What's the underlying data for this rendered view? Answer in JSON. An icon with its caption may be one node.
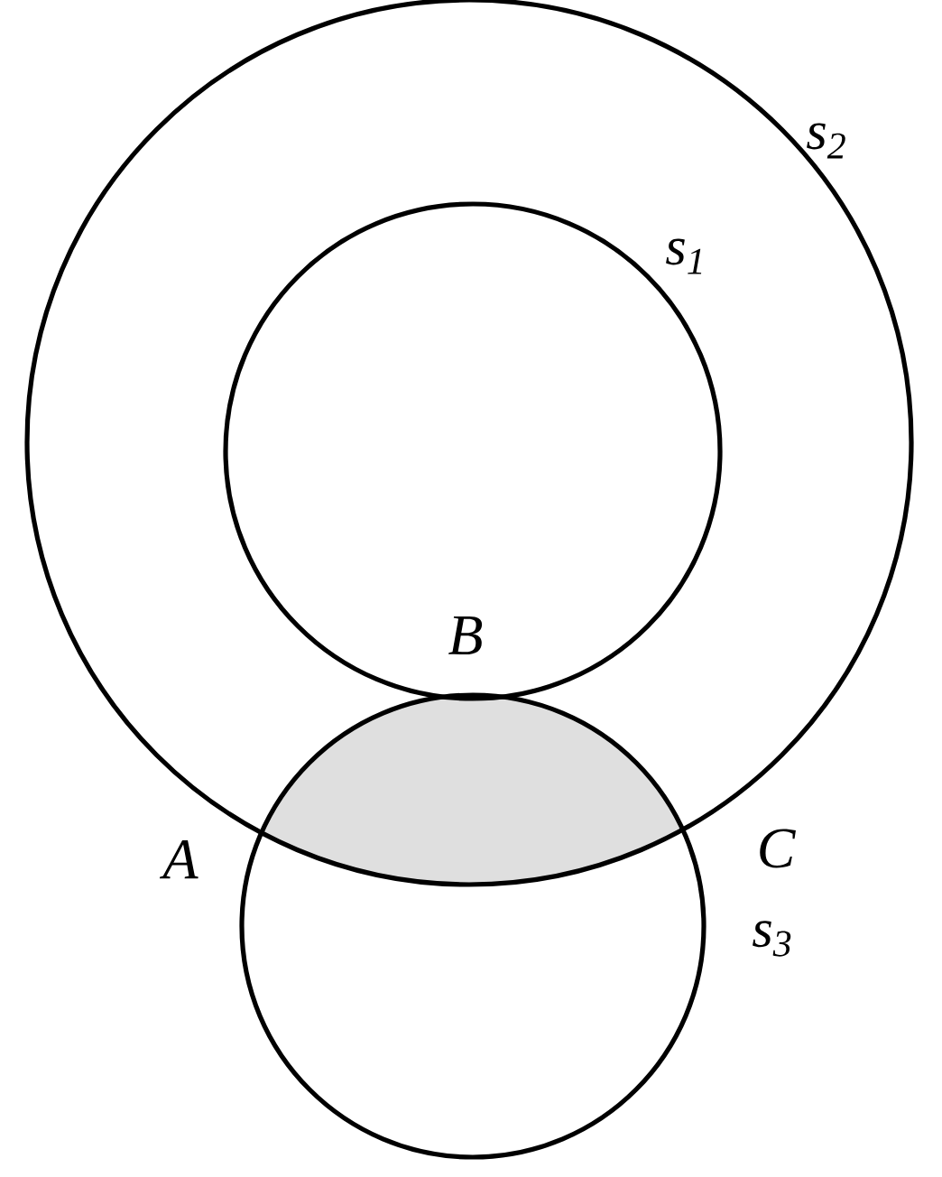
{
  "diagram": {
    "nodes": [
      {
        "text": [],
        "shape": "circle",
        "beside": [
          "s$_{2}$"
        ]
      },
      {
        "text": [],
        "shape": "circle",
        "beside": [
          "s$_{1}$"
        ],
        "in": 0
      },
      {
        "text": [],
        "shape": "circle",
        "beside": [
          "s$_{3}$"
        ]
      }
    ],
    "labels": [
      "B",
      "A",
      "C"
    ]
  }
}
